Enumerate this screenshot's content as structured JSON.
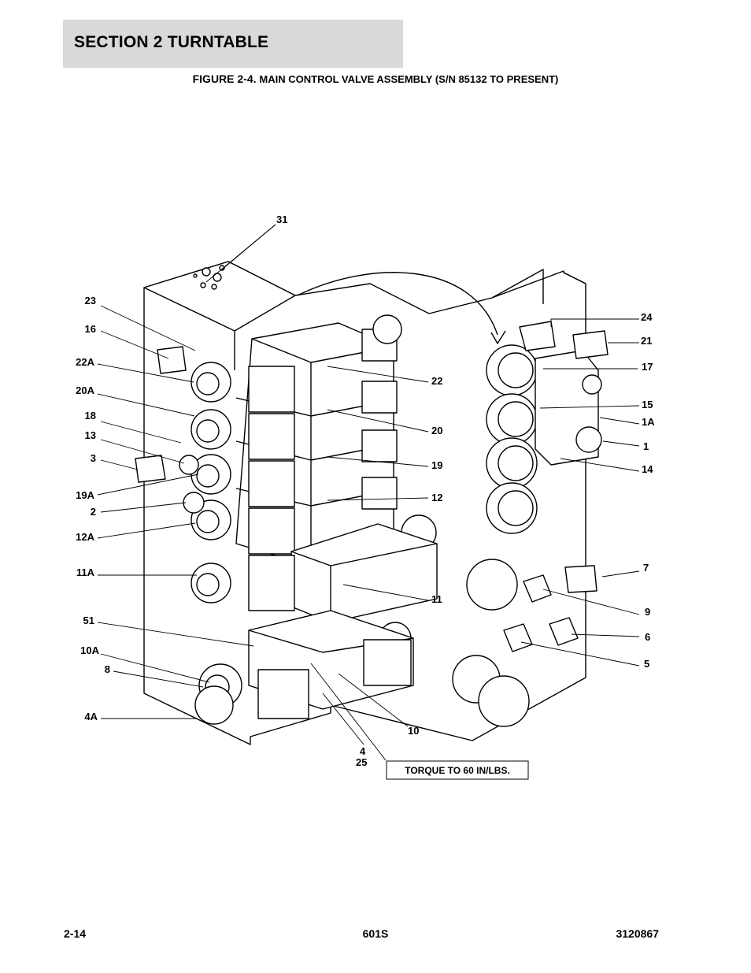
{
  "header": {
    "section_title": "SECTION 2   TURNTABLE",
    "figure_prefix": "FIGURE 2-4.",
    "figure_title": "MAIN CONTROL VALVE ASSEMBLY (S/N 85132 TO PRESENT)"
  },
  "diagram": {
    "callouts_left": [
      "23",
      "16",
      "22A",
      "20A",
      "18",
      "13",
      "3",
      "19A",
      "2",
      "12A",
      "11A",
      "51",
      "10A",
      "8",
      "4A"
    ],
    "callouts_right": [
      "24",
      "21",
      "17",
      "15",
      "1A",
      "1",
      "14",
      "7",
      "9",
      "6",
      "5"
    ],
    "callouts_center": [
      "31",
      "22",
      "20",
      "19",
      "12",
      "11",
      "10",
      "4",
      "25"
    ],
    "note": "TORQUE TO 60 IN/LBS."
  },
  "footer": {
    "page_number": "2-14",
    "model": "601S",
    "doc_number": "3120867"
  }
}
